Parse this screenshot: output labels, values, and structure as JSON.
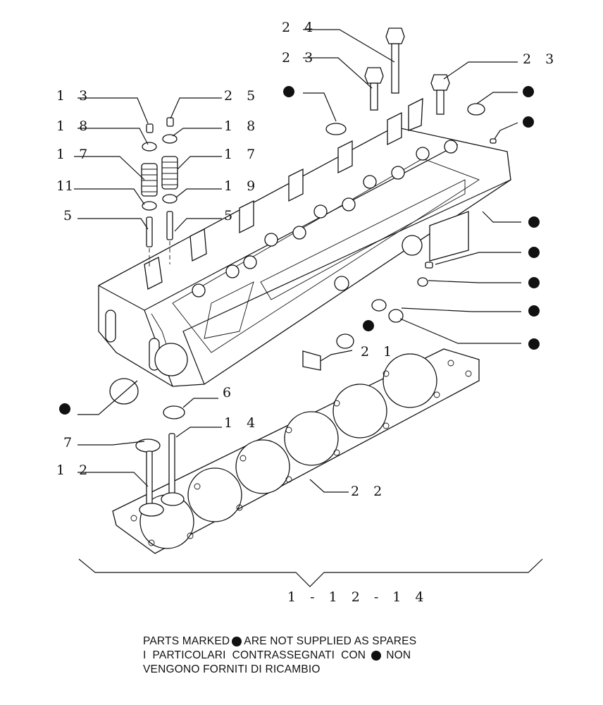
{
  "callouts": {
    "c24": "2 4",
    "c23a": "2 3",
    "c23b": "2 3",
    "c13": "1 3",
    "c25": "2 5",
    "c18a": "1 8",
    "c18b": "1 8",
    "c17a": "1 7",
    "c17b": "1 7",
    "c11": "11",
    "c19": "1 9",
    "c5a": "5",
    "c5b": "5",
    "c21": "2 1",
    "c6": "6",
    "c14": "1 4",
    "c7": "7",
    "c12": "1 2",
    "c22": "2 2",
    "assembly": "1 - 1 2 - 1 4"
  },
  "note": {
    "line1_pre": "PARTS MARKED",
    "line1_post": "ARE NOT SUPPLIED AS SPARES",
    "line2_pre": "I  PARTICOLARI  CONTRASSEGNATI  CON ",
    "line2_post": " NON",
    "line3": "VENGONO FORNITI DI RICAMBIO"
  },
  "colors": {
    "ink": "#111111",
    "paper": "#ffffff"
  }
}
